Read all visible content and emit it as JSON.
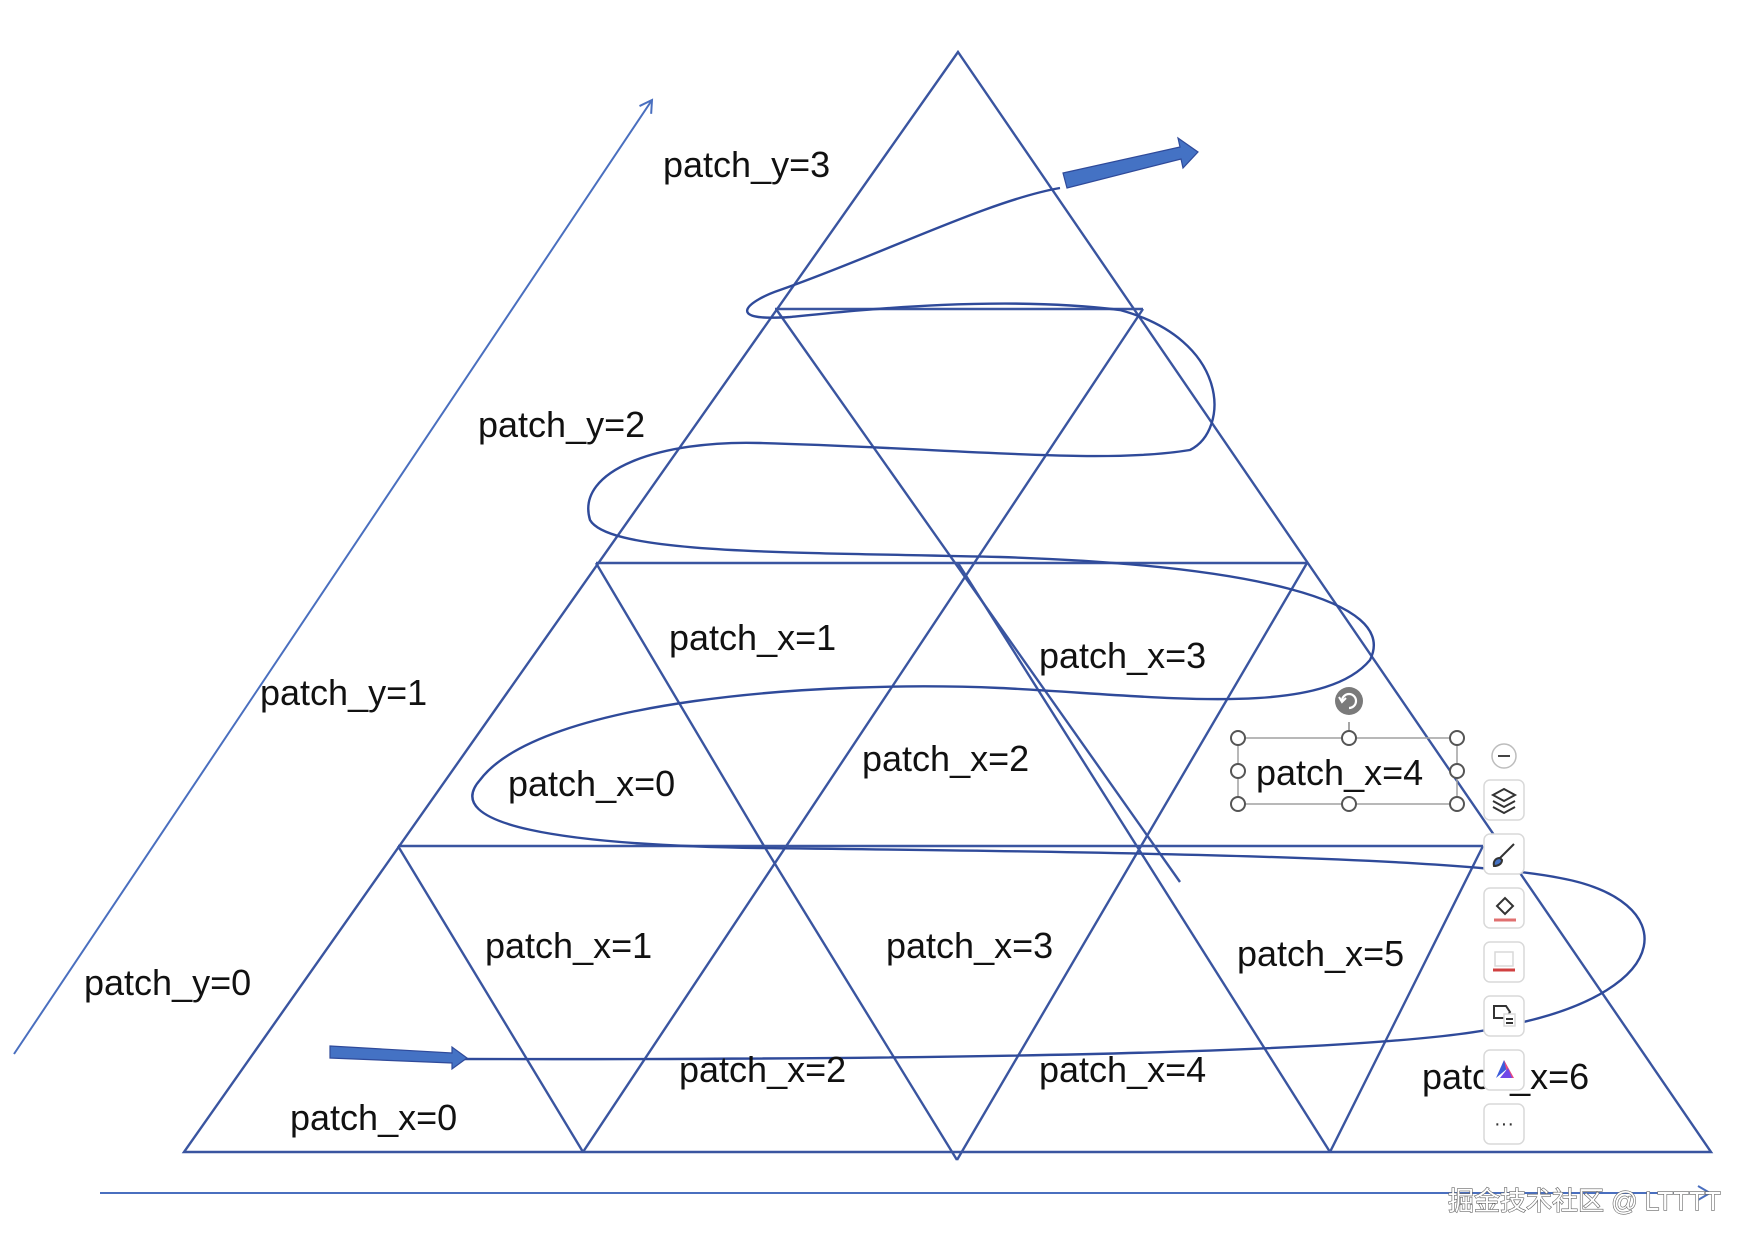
{
  "labels": {
    "patch_y_3": "patch_y=3",
    "patch_y_2": "patch_y=2",
    "patch_y_1": "patch_y=1",
    "patch_y_0": "patch_y=0",
    "row1_x1": "patch_x=1",
    "row1_x3": "patch_x=3",
    "row1_x0": "patch_x=0",
    "row1_x2": "patch_x=2",
    "row1_x4": "patch_x=4",
    "row0_x1": "patch_x=1",
    "row0_x3": "patch_x=3",
    "row0_x5": "patch_x=5",
    "row0_x0": "patch_x=0",
    "row0_x2": "patch_x=2",
    "row0_x4": "patch_x=4",
    "row0_x6": "patch_x=6"
  },
  "toolbar": {
    "items": [
      "minus-icon",
      "layers-icon",
      "brush-icon",
      "recolor-icon",
      "crop-icon",
      "alt-text-icon",
      "designer-icon",
      "more-icon"
    ],
    "more_label": "···"
  },
  "watermark": "掘金技术社区 @ LTTTT",
  "colors": {
    "line": "#3a55a0",
    "arrow": "#4472c4",
    "text": "#111111"
  }
}
